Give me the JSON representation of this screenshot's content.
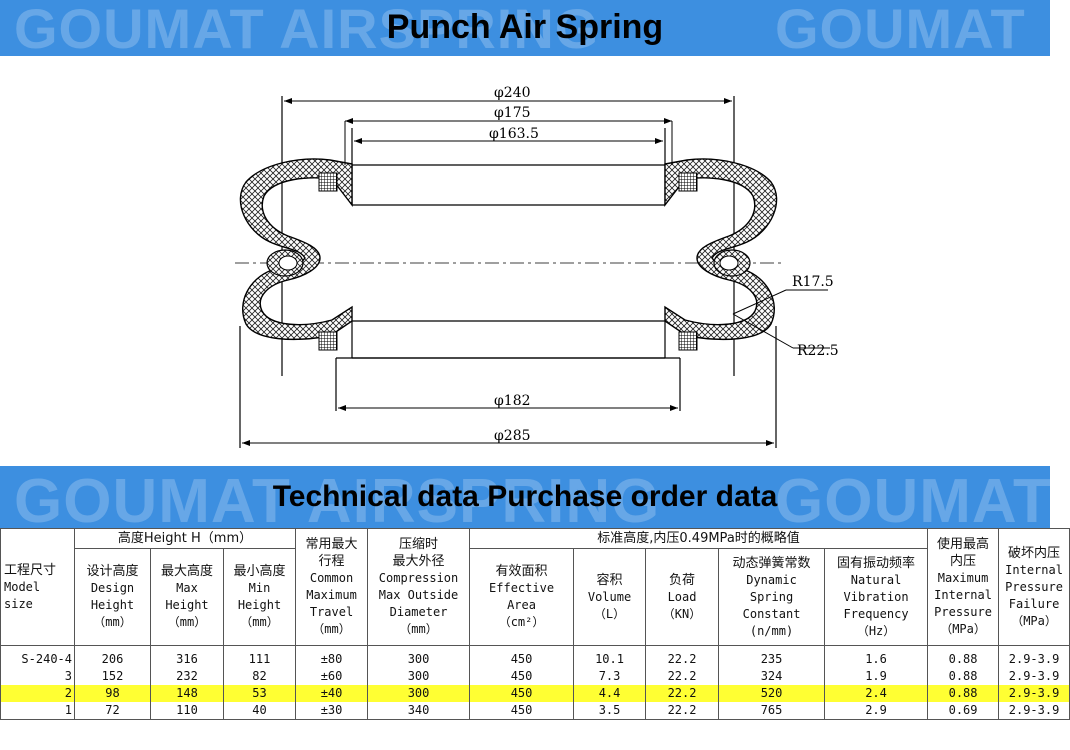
{
  "banner_top": {
    "title": "Punch Air Spring",
    "watermark_left": "GOUMAT AIRSPRING",
    "watermark_right": "GOUMAT"
  },
  "drawing": {
    "dim_240": "φ240",
    "dim_175": "φ175",
    "dim_163": "φ163.5",
    "dim_182": "φ182",
    "dim_285": "φ285",
    "radius_1": "R17.5",
    "radius_2": "R22.5"
  },
  "banner_mid": {
    "title": "Technical data  Purchase order data",
    "watermark_left": "GOUMAT AIRSPRING",
    "watermark_right": "GOUMAT"
  },
  "table": {
    "model_header": [
      "工程尺寸",
      "Model",
      "size"
    ],
    "height_group": "高度Height H（mm）",
    "design_height": [
      "设计高度",
      "Design",
      "Height",
      "（mm）"
    ],
    "max_height": [
      "最大高度",
      "Max",
      "Height",
      "（mm）"
    ],
    "min_height": [
      "最小高度",
      "Min",
      "Height",
      "（mm）"
    ],
    "travel": [
      "常用最大",
      "行程",
      "Common",
      "Maximum",
      "Travel",
      "（mm）"
    ],
    "compression": [
      "压缩时",
      "最大外径",
      "Compression",
      "Max Outside",
      "Diameter",
      "（mm）"
    ],
    "standard_group": "标准高度,内压0.49MPa时的概略值",
    "effective_area": [
      "有效面积",
      "Effective",
      "Area",
      "（cm²）"
    ],
    "volume": [
      "容积",
      "Volume",
      "（L）"
    ],
    "load": [
      "负荷",
      "Load",
      "（KN）"
    ],
    "spring": [
      "动态弹簧常数",
      "Dynamic",
      "Spring",
      "Constant",
      "(n/mm)"
    ],
    "frequency": [
      "固有振动频率",
      "Natural",
      "Vibration",
      "Frequency",
      "（Hz）"
    ],
    "max_pressure": [
      "使用最高",
      "内压",
      "Maximum",
      "Internal",
      "Pressure",
      "（MPa）"
    ],
    "failure": [
      "破坏内压",
      "Internal",
      "Pressure",
      "Failure",
      "（MPa）"
    ],
    "rows": [
      [
        "S-240-4",
        "206",
        "316",
        "111",
        "±80",
        "300",
        "450",
        "10.1",
        "22.2",
        "235",
        "1.6",
        "0.88",
        "2.9-3.9"
      ],
      [
        "3",
        "152",
        "232",
        "82",
        "±60",
        "300",
        "450",
        "7.3",
        "22.2",
        "324",
        "1.9",
        "0.88",
        "2.9-3.9"
      ],
      [
        "2",
        "98",
        "148",
        "53",
        "±40",
        "300",
        "450",
        "4.4",
        "22.2",
        "520",
        "2.4",
        "0.88",
        "2.9-3.9"
      ],
      [
        "1",
        "72",
        "110",
        "40",
        "±30",
        "340",
        "450",
        "3.5",
        "22.2",
        "765",
        "2.9",
        "0.69",
        "2.9-3.9"
      ]
    ],
    "highlight_color": "#ffff33"
  },
  "colors": {
    "banner": "#3d8fe0"
  }
}
